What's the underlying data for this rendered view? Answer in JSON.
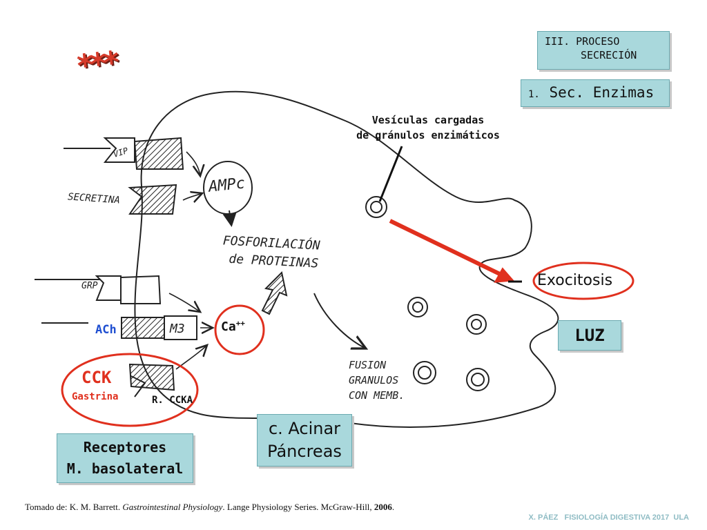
{
  "slide": {
    "stars": "***",
    "section_title_line1": "III. PROCESO",
    "section_title_line2": "SECRECIÓN",
    "subsection_num": "1.",
    "subsection_label": "Sec. Enzimas",
    "vesicles_label_line1": "Vesículas cargadas",
    "vesicles_label_line2": "de gránulos enzimáticos",
    "ligand_vip": "VIP",
    "ligand_secretina": "SECRETINA",
    "ligand_grp": "GRP",
    "ligand_ach": "ACh",
    "receptor_m3": "M3",
    "ligand_cck": "CCK",
    "ligand_gastrina": "Gastrina",
    "receptor_ccka": "R. CCKA",
    "ampc": "AMPc",
    "fosforilacion_line1": "FOSFORILACIÓN",
    "fosforilacion_line2": "de PROTEINAS",
    "calcium": "Ca",
    "calcium_sup": "++",
    "fusion_line1": "FUSION",
    "fusion_line2": "GRANULOS",
    "fusion_line3": "CON MEMB.",
    "exocitosis": "Exocitosis",
    "luz": "LUZ",
    "cell_label_line1": "c. Acinar",
    "cell_label_line2": "Páncreas",
    "receptors_line1": "Receptores",
    "receptors_line2": "M. basolateral",
    "citation_prefix": "Tomado de: K. M. Barrett. ",
    "citation_title": "Gastrointestinal Physiology",
    "citation_suffix": ". Lange Physiology Series. McGraw-Hill, ",
    "citation_year": "2006",
    "citation_end": ".",
    "footer": "X. PÁEZ   FISIOLOGÍA DIGESTIVA 2017  ULA"
  },
  "colors": {
    "accent_red": "#e0301e",
    "box_teal": "#a9d8dc",
    "ach_blue": "#1f4fd1"
  }
}
